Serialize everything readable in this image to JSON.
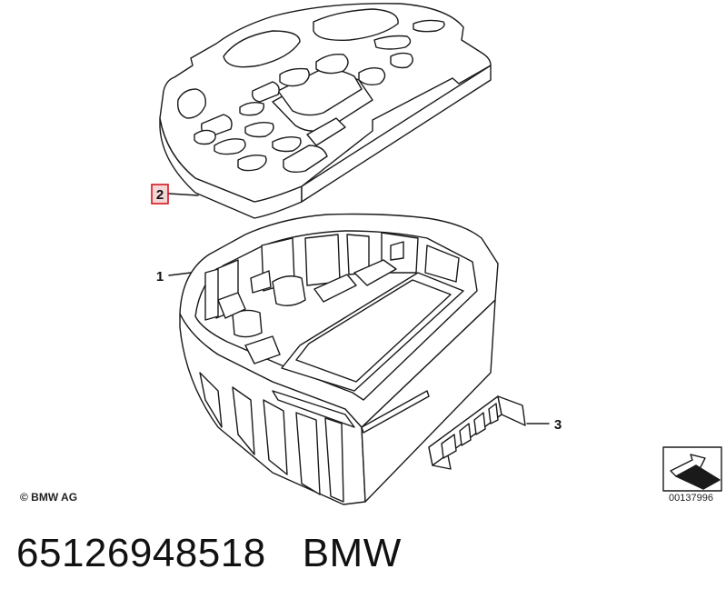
{
  "callouts": {
    "one": "1",
    "two": "2",
    "three": "3"
  },
  "copyright": "© BMW AG",
  "reference_id": "00137996",
  "footer": {
    "part_number": "65126948518",
    "brand": "BMW"
  },
  "colors": {
    "line": "#1a1a1a",
    "highlight": "#d0181f",
    "fill": "#ffffff"
  },
  "icons": [
    "direction-arrow-icon"
  ]
}
